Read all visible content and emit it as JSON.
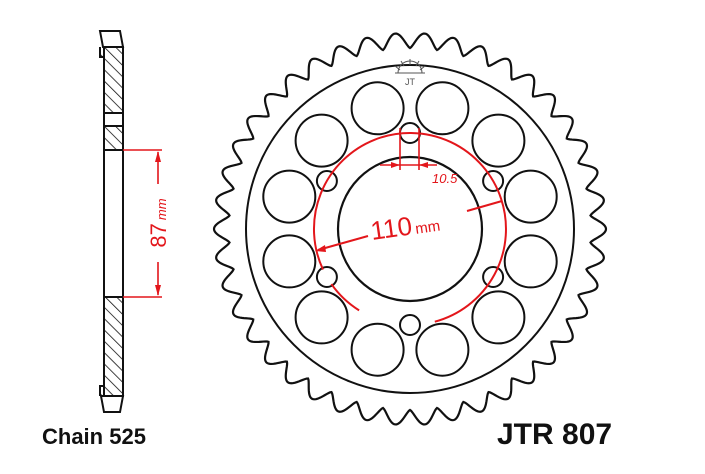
{
  "part": {
    "part_number": "JTR 807",
    "chain_label": "Chain 525"
  },
  "dimensions": {
    "bolt_circle": {
      "value": "110",
      "unit": "mm"
    },
    "center_hole": {
      "value": "87",
      "unit": "mm"
    },
    "bolt_hole": {
      "value": "10.5"
    }
  },
  "sprocket": {
    "teeth": 42,
    "bolt_holes": 6,
    "lightening_holes": 12
  },
  "colors": {
    "line": "#111111",
    "dimension": "#e3161b",
    "background": "#ffffff"
  }
}
